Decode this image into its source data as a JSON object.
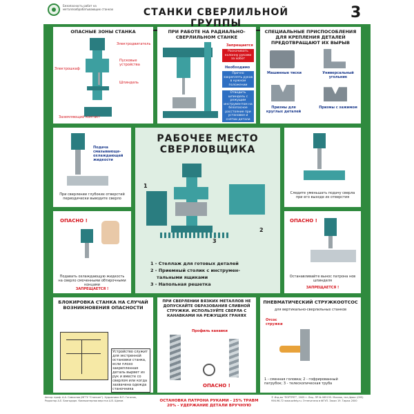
{
  "header": {
    "subtitle": "Безопасность работ на металлообрабатывающих станках",
    "title": "СТАНКИ СВЕРЛИЛЬНОЙ ГРУППЫ",
    "number": "3"
  },
  "panels": {
    "danger_zones": {
      "title": "ОПАСНЫЕ ЗОНЫ СТАНКА",
      "labels": [
        "Электродвигатель",
        "Пусковые устройства",
        "Электрошкаф",
        "Шпиндель",
        "Заземляющий контакт"
      ]
    },
    "radial": {
      "title": "ПРИ РАБОТЕ НА РАДИАЛЬНО-СВЕРЛИЛЬНОМ СТАНКЕ",
      "forbidden": "Запрещается",
      "red_note": "Раскачивать колонну руками за хобот",
      "necessary": "Необходимо",
      "blue_note_1": "Прочно закреплять рукав в нужном положении",
      "blue_note_2": "Отводить шпиндель с режущим инструментом на безопасное расстояние при установке и снятии детали"
    },
    "fixtures": {
      "title": "СПЕЦИАЛЬНЫЕ ПРИСПОСОБЛЕНИЯ ДЛЯ КРЕПЛЕНИЯ ДЕТАЛЕЙ ПРЕДОТВРАЩАЮТ ИХ ВЫРЫВ",
      "items": [
        "Машинные тиски",
        "Универсальный угольник",
        "Призмы для круглых деталей",
        "Призмы с зажимом"
      ]
    },
    "coolant": {
      "label": "Подача смазывающе-охлаждающей жидкости",
      "caption": "При сверлении глубоких отверстий периодически выводите сверло"
    },
    "center": {
      "title_line1": "РАБОЧЕЕ МЕСТО",
      "title_line2": "СВЕРЛОВЩИКА",
      "numbers": [
        "1",
        "2",
        "3"
      ],
      "list": [
        "1 - Стеллаж для готовых деталей",
        "2 - Приемный столик с инструмен-",
        "    тальными ящиками",
        "3 - Напольная решетка"
      ]
    },
    "feed": {
      "caption": "Следите уменьшать подачу сверла при его выходе из отверстия"
    },
    "danger_glove": {
      "warning": "ОПАСНО !",
      "caption": "Подавать охлаждающую жидкость на сверло смоченными обтирочными концами",
      "forbidden": "ЗАПРЕЩАЕТСЯ !"
    },
    "danger_chip": {
      "warning": "ОПАСНО !",
      "caption": "Останавливайте вынос патрона нов шпинделя",
      "forbidden": "ЗАПРЕЩАЕТСЯ !"
    },
    "interlock": {
      "title": "БЛОКИРОВКА СТАНКА НА СЛУЧАЙ ВОЗНИКНОВЕНИЯ ОПАСНОСТИ",
      "caption": "Устройство служит для экстренной остановки станка, если плохо закрепленная деталь вырвет из рук и вместе со сверлом или когда захвачена одежда станочника"
    },
    "viscous": {
      "title": "ПРИ СВЕРЛЕНИИ ВЯЗКИХ МЕТАЛЛОВ НЕ ДОПУСКАЙТЕ ОБРАЗОВАНИЯ СЛИВНОЙ СТРУЖКИ. ИСПОЛЬЗУЙТЕ СВЕРЛА С КАНАВКАМИ НА РЕЖУЩИХ ГРАНЯХ",
      "groove_label": "Профиль канавки",
      "warning": "ОПАСНО !"
    },
    "pneumatic": {
      "title": "ПНЕВМАТИЧЕСКИЙ СТРУЖКООТСОС",
      "subtitle": "для вертикально-сверлильных станков",
      "suction_label": "Отсос стружки",
      "caption": "1 - сменная головка;  2 - гофрированный патрубок;  3 - телескопическая труба"
    }
  },
  "footer": {
    "left": "Автор: проф. А.А. Самсонов (МГТУ \"Станкин\"). Художники В.П. Гаганов, Редактор А.Е. Благодарн. Компьютерная верстка А.В. Щанов",
    "center_line1": "ОСТАНОВКА ПАТРОНА РУКАМИ - 25% ТРАВМ",
    "center_line2": "20% - УДЕРЖАНИЕ ДЕТАЛИ ВРУЧНУЮ",
    "right": "© Изд-во \"ПОРТРЕТ\", 2005 г. Лиц. ЛР № 065155. Москва, тел./факс (095) 956-96-72 www.safety.ru. Отпечатано в ФГУП. Заказ 19. Тираж 2000"
  },
  "colors": {
    "frame": "#2f8a3e",
    "accent_red": "#d6151d",
    "accent_blue": "#2e6fc2",
    "machine": "#3d9fa0"
  }
}
